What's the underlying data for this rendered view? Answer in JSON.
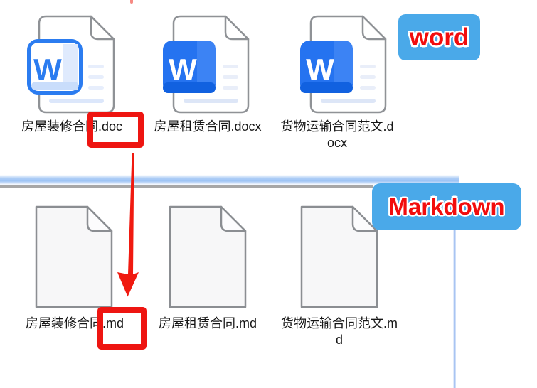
{
  "word_section": {
    "files": [
      {
        "name": "房屋装修合同.doc"
      },
      {
        "name": "房屋租赁合同.docx"
      },
      {
        "name": "货物运输合同范文.docx"
      }
    ]
  },
  "md_section": {
    "files": [
      {
        "name": "房屋装修合同.md"
      },
      {
        "name": "房屋租赁合同.md"
      },
      {
        "name": "货物运输合同范文.md"
      }
    ]
  },
  "badges": {
    "word": "word",
    "markdown": "Markdown"
  },
  "word_icon_letter": "W",
  "colors": {
    "badge_bg": "#4aa9e9",
    "annotation_red": "#f20d0d",
    "box_red": "#ee1511",
    "word_blue": "#2573f0"
  }
}
